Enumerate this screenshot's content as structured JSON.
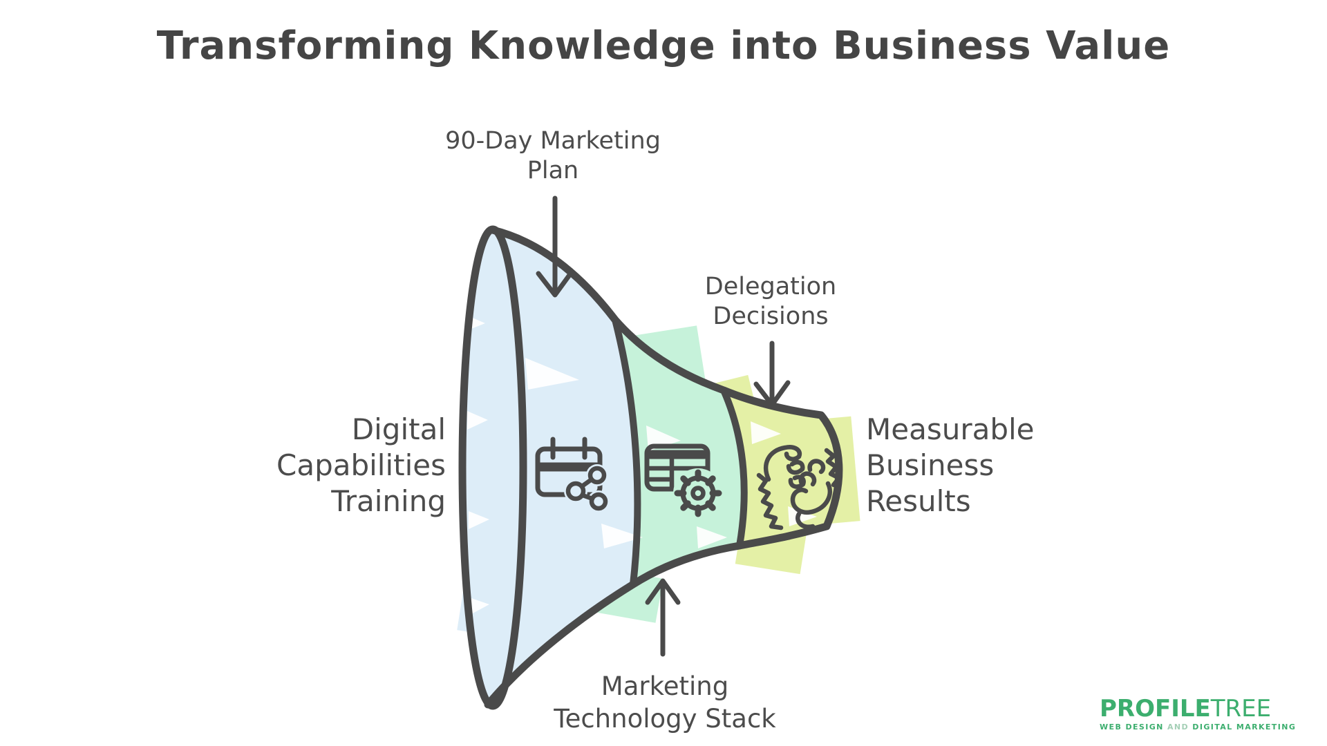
{
  "title": "Transforming Knowledge into Business Value",
  "labels": {
    "plan": {
      "line1": "90-Day Marketing",
      "line2": "Plan"
    },
    "delegation": {
      "line1": "Delegation",
      "line2": "Decisions"
    },
    "training": {
      "line1": "Digital",
      "line2": "Capabilities",
      "line3": "Training"
    },
    "results": {
      "line1": "Measurable",
      "line2": "Business",
      "line3": "Results"
    },
    "martech": {
      "line1": "Marketing",
      "line2": "Technology Stack"
    }
  },
  "funnel": {
    "stages": [
      {
        "icon": "calendar-share-icon",
        "color": "#ddedf8"
      },
      {
        "icon": "table-gear-icon",
        "color": "#c6f2da"
      },
      {
        "icon": "handshake-icon",
        "color": "#e4f0a6"
      }
    ]
  },
  "colors": {
    "background": "#ffffff",
    "ink": "#4a4a4a",
    "stage_blue": "#ddedf8",
    "stage_green": "#c6f2da",
    "stage_yellow": "#e4f0a6",
    "logo_green": "#3cae6e",
    "logo_green_light": "#a4cfb6"
  },
  "logo": {
    "brand_bold": "PROFILE",
    "brand_light": "TREE",
    "tagline_web": "WEB DESIGN",
    "tagline_and": "AND",
    "tagline_marketing": "DIGITAL MARKETING"
  }
}
